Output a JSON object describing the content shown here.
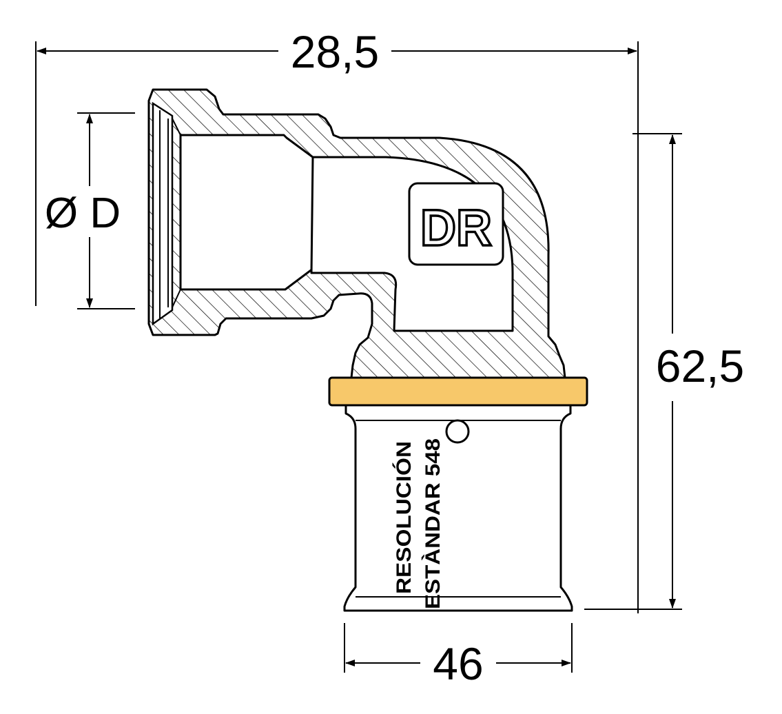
{
  "dimensions": {
    "overall_width": "28,5",
    "overall_height": "62,5",
    "bottom_width": "46",
    "inner_diameter": "Ø D"
  },
  "logo": {
    "text": "DR"
  },
  "markings": {
    "line1": "RESOLUCIÓN",
    "line2": "ESTÀNDAR 548"
  },
  "colors": {
    "ring": "#f7c86a",
    "line": "#000000",
    "background": "#ffffff"
  }
}
